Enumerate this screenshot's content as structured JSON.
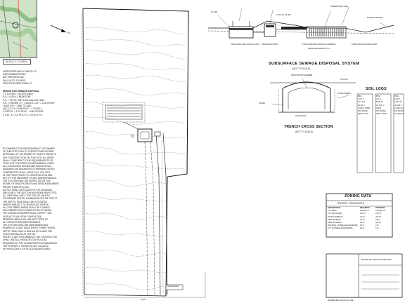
{
  "locus": {
    "scale": "SCALE: 1\"=2,000'±"
  },
  "left_notes": {
    "owner_lines": [
      "ASSESSORS MAP 9 PARCEL 32",
      "JUSTIN ARMSTRONG",
      "BAY PARTNERS INC",
      "PALO ALTO, CA 94301",
      "2020 ROCK PARK ROAD 12"
    ],
    "design_header": "DESIGN FOR SEWAGE DISPOSAL",
    "design_lines": [
      "1 X 110 GPD, 330 GPD (MAX)",
      "",
      "P.A. = 4 OR ± 2 BEDROOM",
      "",
      "P.A. = 700 SF, USE 1,500 GALLON TANK",
      "",
      "P.A. = 0.98 MIN / FT  CLASS II, CLF = 3.33 GPD/SF",
      "",
      "",
      "LEACH (F) = 1,550 TO 3460",
      "",
      "(4) 2 X 21' 4 = 8.08 SF/LF = 1.30 SF/LF",
      "",
      "4' DEPTH  = 2.04 SF/LF  = 0.66 GPD/SF",
      "",
      "2 X 42', 4' = 3.0 SF/LF, 3' = 3.0 IN 4' 9 ±"
    ],
    "general_notes": [
      "BY OWNER IS THE RESPONSIBILITY OF OWNER",
      "OF THIS SITE PLAN TO CONTACT AND SECURE",
      "APPROVAL OF THE BOARD OF HEALTH PRIOR TO",
      "ANY CONSTRUCTION ON THIS SITE. ALL WORK",
      "SHALL CONFORM TO THE REQUIREMENTS OF",
      "TITLE 5 OF THE STATE ENVIRONMENTAL CODE.",
      "",
      "ALL ELEVATIONS SHOWN ARE BASED ON AN",
      "ASSUMED DATUM UNLESS OTHERWISE NOTED.",
      "",
      "CONTRACTOR SHALL VERIFY ALL UTILITIES",
      "IN THE FIELD PRIOR TO CONSTRUCTION AND",
      "NOTIFY THE ENGINEER OF ANY DISCREPANCIES.",
      "",
      "THE SYSTEM SHALL BE INSPECTED BY THE",
      "BOARD OF HEALTH AGENT AND DESIGN ENGINEER",
      "PRIOR TO BACKFILLING.",
      "",
      "NO FILL SHALL BE PLACED IN THE LEACHING",
      "AREA UNTIL THE BOTTOM HAS BEEN INSPECTED.",
      "",
      "ALL PIPE SHALL BE 4\" PVC SCH 40 UNLESS",
      "OTHERWISE NOTED. MINIMUM SLOPE 1/8\" PER FT.",
      "",
      "THE SEPTIC TANK SHALL BE H-20 RATED",
      "WHERE SUBJECT TO VEHICULAR TRAFFIC.",
      "",
      "ALL DISTURBED AREAS SHALL BE LOAMED",
      "AND SEEDED UPON COMPLETION OF WORK.",
      "",
      "THE DESIGN ENGINEER SHALL CERTIFY THE",
      "AS-BUILT PLAN UPON COMPLETION.",
      "",
      "RESERVE AREA SHALL BE KEPT FREE OF",
      "ALL STRUCTURES AND PAVEMENT.",
      "",
      "THE SYSTEM SHALL BE MAINTAINED AND",
      "PUMPED AT LEAST ONCE EVERY THREE YEARS.",
      "",
      "SEPTIC TANK SHALL HAVE AN EFFLUENT TEE",
      "FILTER INSTALLED AT OUTLET.",
      "",
      "PRIOR TO ANY DISTURBANCE THE CONTRACTOR",
      "SHALL INSTALL EROSION CONTROLS AS",
      "REQUIRED BY THE CONSERVATION COMMISSION.",
      "",
      "THE PROPERTY SHOWN IS NOT LOCATED",
      "WITHIN A ZONE II OR FLOOD HAZARD AREA."
    ]
  },
  "section": {
    "title": "SUBSURFACE SEWAGE DISPOSAL SYSTEM",
    "subtitle": "(NOT TO SCALE)",
    "labels": [
      "PROPOSED 1,500 GALLON TANK",
      "PROPOSED D-BOX",
      "PROPOSED INFILTRATOR CHAMBERS",
      "PROPOSED LEACHING AREA",
      "EXISTING GRADE",
      "4\" PVC @ 1% MIN",
      "12\" MIN",
      "OBSERVATION PIPE",
      "PROPOSED SELECT FILL"
    ]
  },
  "trench": {
    "title": "TRENCH CROSS SECTION",
    "subtitle": "(NOT TO SCALE)",
    "labels": [
      "INFILTRATOR CHAMBER",
      "STONE",
      "TOPSOIL",
      "FILTER FABRIC",
      "NATIVE SOIL"
    ]
  },
  "soil_logs": {
    "title": "SOIL LOGS",
    "columns": [
      {
        "id": "TP-1",
        "rows": [
          "0-10\" A",
          "10-24\" B",
          "24-96\" C",
          "LOAMY SAND",
          "NO WATER",
          "PERC 8 MIN"
        ]
      },
      {
        "id": "TP-2",
        "rows": [
          "0-8\" A",
          "8-26\" B",
          "26-102\" C",
          "SAND",
          "NO WATER",
          "PERC 6 MIN"
        ]
      },
      {
        "id": "TP-3",
        "rows": [
          "0-12\" A",
          "12-30\" B",
          "30-108\" C",
          "LOAMY SAND",
          "NO WATER",
          "NO REFUSAL"
        ]
      }
    ]
  },
  "zoning": {
    "title": "ZONING DATA",
    "district": "DISTRICT:  RESIDENCE A",
    "headers": [
      "DESCRIPTION",
      "REQUIRED",
      "PROVIDED"
    ],
    "rows": [
      [
        "LOT AREA",
        "40,000 S.F.",
        "120,000 S.F."
      ],
      [
        "LOT FRONTAGE",
        "150 FT",
        "150 FT"
      ],
      [
        "FRONT SETBACK",
        "40 FT",
        "200 FT"
      ],
      [
        "SIDE SETBACK",
        "20 FT",
        "25 FT"
      ],
      [
        "REAR SETBACK",
        "30 FT",
        "300 FT"
      ],
      [
        "BUILDING COVERAGE (MAXIMUM)",
        "15 %",
        "3 %"
      ],
      [
        "LOT COVERAGE (MAXIMUM)",
        "25 %",
        "6 %"
      ]
    ]
  },
  "approval": {
    "board": "BOARD OF HEALTH APPROVAL",
    "reserved": "RESERVED FOR BOH USE"
  },
  "plan": {
    "benchmark": "BENCHMARK",
    "road_label": "ROAD"
  }
}
